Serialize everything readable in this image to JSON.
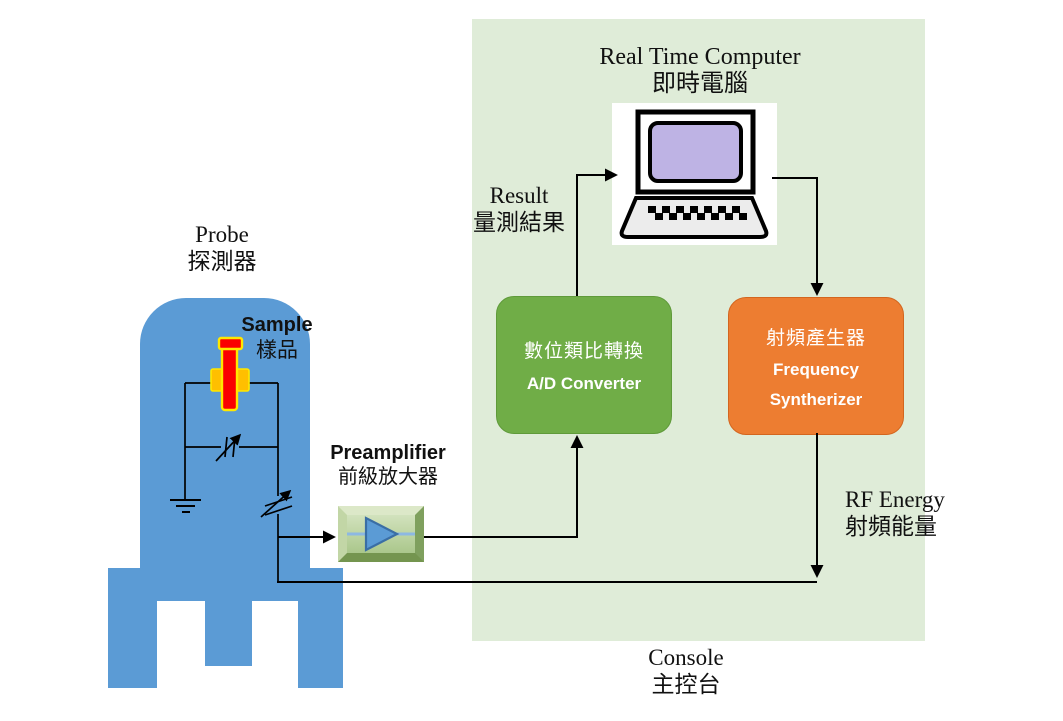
{
  "labels": {
    "probe": {
      "en": "Probe",
      "zh": "探測器"
    },
    "sample": {
      "en": "Sample",
      "zh": "樣品"
    },
    "preamplifier": {
      "en": "Preamplifier",
      "zh": "前級放大器"
    },
    "real_time_computer": {
      "en": "Real Time Computer",
      "zh": "即時電腦"
    },
    "result": {
      "en": "Result",
      "zh": "量測結果"
    },
    "rf_energy": {
      "en": "RF Energy",
      "zh": "射頻能量"
    },
    "console": {
      "en": "Console",
      "zh": "主控台"
    }
  },
  "blocks": {
    "ad_converter": {
      "zh": "數位類比轉換",
      "en": "A/D Converter"
    },
    "frequency_synthesizer": {
      "zh": "射頻產生器",
      "en_line1": "Frequency",
      "en_line2": "Syntherizer"
    }
  },
  "colors": {
    "probe_blue": "#5b9bd5",
    "console_bg": "#dfecd8",
    "converter_green": "#70ad47",
    "synth_orange": "#ed7d31",
    "screen_purple": "#beb3e4",
    "keyboard_gray": "#ececec",
    "sample_red": "#fa0000",
    "coil_gold": "#ffbf00",
    "outline_yellow": "#ffe800"
  }
}
